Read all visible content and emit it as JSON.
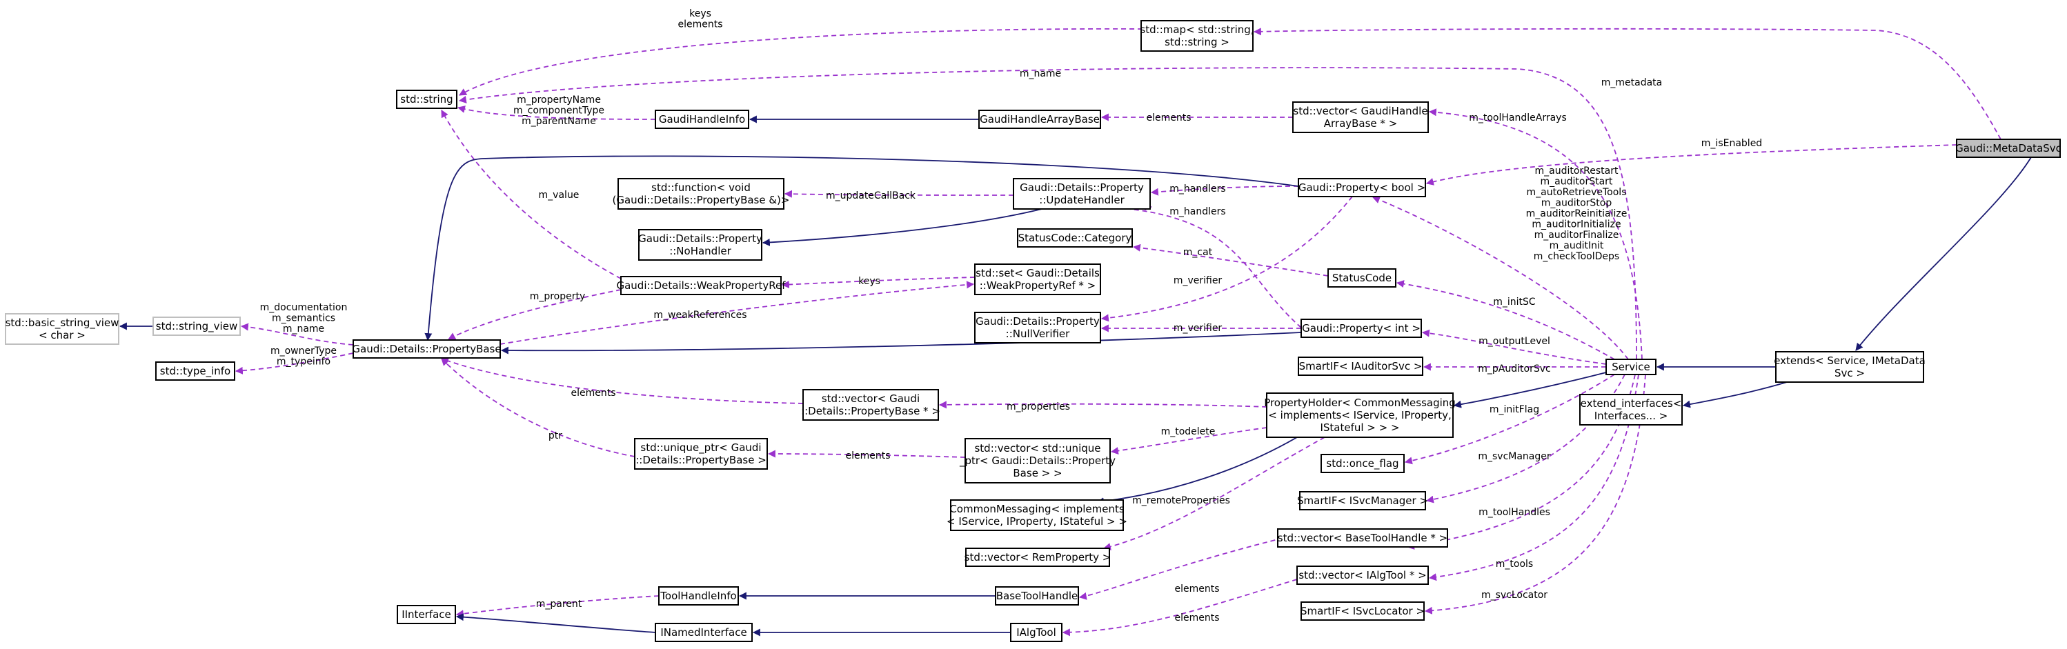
{
  "nodes": [
    {
      "id": "metadatasvc",
      "lines": [
        "Gaudi::MetaDataSvc"
      ]
    },
    {
      "id": "extends",
      "lines": [
        "extends< Service, IMetaData",
        "Svc >"
      ]
    },
    {
      "id": "extend_ifaces",
      "lines": [
        "extend_interfaces<",
        "Interfaces... >"
      ]
    },
    {
      "id": "service",
      "lines": [
        "Service"
      ]
    },
    {
      "id": "map",
      "lines": [
        "std::map< std::string,",
        "std::string >"
      ]
    },
    {
      "id": "string",
      "lines": [
        "std::string"
      ]
    },
    {
      "id": "handleinfo",
      "lines": [
        "GaudiHandleInfo"
      ]
    },
    {
      "id": "handlearraybase",
      "lines": [
        "GaudiHandleArrayBase"
      ]
    },
    {
      "id": "vec_handlearray",
      "lines": [
        "std::vector< GaudiHandle",
        "ArrayBase * >"
      ]
    },
    {
      "id": "prop_bool",
      "lines": [
        "Gaudi::Property< bool >"
      ]
    },
    {
      "id": "func",
      "lines": [
        "std::function< void",
        "(Gaudi::Details::PropertyBase &)>"
      ]
    },
    {
      "id": "updatehandler",
      "lines": [
        "Gaudi::Details::Property",
        "::UpdateHandler"
      ]
    },
    {
      "id": "nohandler",
      "lines": [
        "Gaudi::Details::Property",
        "::NoHandler"
      ]
    },
    {
      "id": "statuscat",
      "lines": [
        "StatusCode::Category"
      ]
    },
    {
      "id": "statuscode",
      "lines": [
        "StatusCode"
      ]
    },
    {
      "id": "weakref",
      "lines": [
        "Gaudi::Details::WeakPropertyRef"
      ]
    },
    {
      "id": "set_weakref",
      "lines": [
        "std::set< Gaudi::Details",
        "::WeakPropertyRef * >"
      ]
    },
    {
      "id": "nullverifier",
      "lines": [
        "Gaudi::Details::Property",
        "::NullVerifier"
      ]
    },
    {
      "id": "prop_int",
      "lines": [
        "Gaudi::Property< int >"
      ]
    },
    {
      "id": "basic_sv",
      "lines": [
        "std::basic_string_view",
        "< char >"
      ]
    },
    {
      "id": "string_view",
      "lines": [
        "std::string_view"
      ]
    },
    {
      "id": "propertybase",
      "lines": [
        "Gaudi::Details::PropertyBase"
      ]
    },
    {
      "id": "type_info",
      "lines": [
        "std::type_info"
      ]
    },
    {
      "id": "smartif_auditor",
      "lines": [
        "SmartIF< IAuditorSvc >"
      ]
    },
    {
      "id": "vec_propbase",
      "lines": [
        "std::vector< Gaudi",
        "::Details::PropertyBase * >"
      ]
    },
    {
      "id": "propholder",
      "lines": [
        "PropertyHolder< CommonMessaging",
        "< implements< IService, IProperty,",
        "IStateful > > >"
      ]
    },
    {
      "id": "uniqueptr",
      "lines": [
        "std::unique_ptr< Gaudi",
        "::Details::PropertyBase >"
      ]
    },
    {
      "id": "vec_uniqueptr",
      "lines": [
        "std::vector< std::unique",
        "_ptr< Gaudi::Details::Property",
        "Base > >"
      ]
    },
    {
      "id": "once_flag",
      "lines": [
        "std::once_flag"
      ]
    },
    {
      "id": "commonmessaging",
      "lines": [
        "CommonMessaging< implements",
        "< IService, IProperty, IStateful > >"
      ]
    },
    {
      "id": "smartif_svcmgr",
      "lines": [
        "SmartIF< ISvcManager >"
      ]
    },
    {
      "id": "vec_remprop",
      "lines": [
        "std::vector< RemProperty >"
      ]
    },
    {
      "id": "vec_basetool",
      "lines": [
        "std::vector< BaseToolHandle * >"
      ]
    },
    {
      "id": "toolhandleinfo",
      "lines": [
        "ToolHandleInfo"
      ]
    },
    {
      "id": "basetoolhandle",
      "lines": [
        "BaseToolHandle"
      ]
    },
    {
      "id": "vec_ialgtool",
      "lines": [
        "std::vector< IAlgTool * >"
      ]
    },
    {
      "id": "iinterface",
      "lines": [
        "IInterface"
      ]
    },
    {
      "id": "smartif_svcloc",
      "lines": [
        "SmartIF< ISvcLocator >"
      ]
    },
    {
      "id": "inamedinterface",
      "lines": [
        "INamedInterface"
      ]
    },
    {
      "id": "ialgtool",
      "lines": [
        "IAlgTool"
      ]
    }
  ],
  "edge_labels": [
    {
      "id": "keys_elements",
      "lines": [
        "keys",
        "elements"
      ]
    },
    {
      "id": "m_metadata",
      "lines": [
        "m_metadata"
      ]
    },
    {
      "id": "m_name",
      "lines": [
        "m_name"
      ]
    },
    {
      "id": "m_propertyName",
      "lines": [
        "m_propertyName",
        "m_componentType",
        "m_parentName"
      ]
    },
    {
      "id": "elements_handlearray",
      "lines": [
        "elements"
      ]
    },
    {
      "id": "m_toolHandleArrays",
      "lines": [
        "m_toolHandleArrays"
      ]
    },
    {
      "id": "m_isEnabled",
      "lines": [
        "m_isEnabled"
      ]
    },
    {
      "id": "m_value",
      "lines": [
        "m_value"
      ]
    },
    {
      "id": "m_handlers_bool",
      "lines": [
        "m_handlers"
      ]
    },
    {
      "id": "m_auditor_group",
      "lines": [
        "m_auditorRestart",
        "m_auditorStart",
        "m_autoRetrieveTools",
        "m_auditorStop",
        "m_auditorReinitialize",
        "m_auditorInitialize",
        "m_auditorFinalize",
        "m_auditInit",
        "m_checkToolDeps"
      ]
    },
    {
      "id": "m_updateCallBack",
      "lines": [
        "m_updateCallBack"
      ]
    },
    {
      "id": "m_handlers_int",
      "lines": [
        "m_handlers"
      ]
    },
    {
      "id": "m_cat",
      "lines": [
        "m_cat"
      ]
    },
    {
      "id": "keys_set",
      "lines": [
        "keys"
      ]
    },
    {
      "id": "m_verifier_bool",
      "lines": [
        "m_verifier"
      ]
    },
    {
      "id": "m_property",
      "lines": [
        "m_property"
      ]
    },
    {
      "id": "m_initSC",
      "lines": [
        "m_initSC"
      ]
    },
    {
      "id": "m_documentation",
      "lines": [
        "m_documentation",
        "m_semantics",
        "m_name"
      ]
    },
    {
      "id": "m_weakReferences",
      "lines": [
        "m_weakReferences"
      ]
    },
    {
      "id": "m_verifier_int",
      "lines": [
        "m_verifier"
      ]
    },
    {
      "id": "m_outputLevel",
      "lines": [
        "m_outputLevel"
      ]
    },
    {
      "id": "m_ownerType",
      "lines": [
        "m_ownerType",
        "m_typeinfo"
      ]
    },
    {
      "id": "m_pAuditorSvc",
      "lines": [
        "m_pAuditorSvc"
      ]
    },
    {
      "id": "elements_propbase",
      "lines": [
        "elements"
      ]
    },
    {
      "id": "m_properties",
      "lines": [
        "m_properties"
      ]
    },
    {
      "id": "m_initFlag",
      "lines": [
        "m_initFlag"
      ]
    },
    {
      "id": "m_todelete",
      "lines": [
        "m_todelete"
      ]
    },
    {
      "id": "ptr",
      "lines": [
        "ptr"
      ]
    },
    {
      "id": "elements_uniqueptr",
      "lines": [
        "elements"
      ]
    },
    {
      "id": "m_svcManager",
      "lines": [
        "m_svcManager"
      ]
    },
    {
      "id": "m_remoteProperties",
      "lines": [
        "m_remoteProperties"
      ]
    },
    {
      "id": "m_toolHandles",
      "lines": [
        "m_toolHandles"
      ]
    },
    {
      "id": "elements_basetool",
      "lines": [
        "elements"
      ]
    },
    {
      "id": "m_tools",
      "lines": [
        "m_tools"
      ]
    },
    {
      "id": "m_parent",
      "lines": [
        "m_parent"
      ]
    },
    {
      "id": "elements_ialgtool",
      "lines": [
        "elements"
      ]
    },
    {
      "id": "m_svcLocator",
      "lines": [
        "m_svcLocator"
      ]
    }
  ]
}
